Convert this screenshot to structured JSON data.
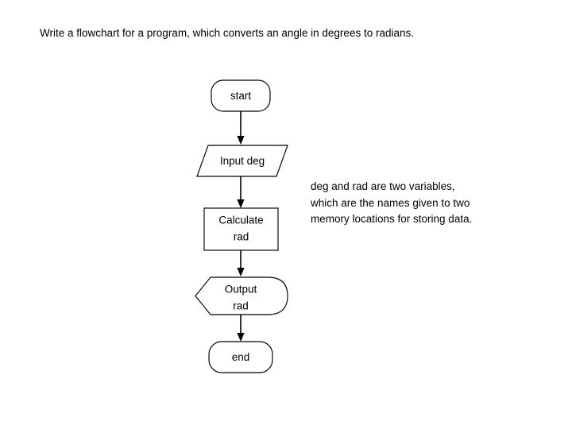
{
  "page": {
    "background_color": "#ffffff",
    "text_color": "#000000",
    "title": "Write a flowchart for a program, which converts an angle in degrees to radians."
  },
  "annotation": {
    "name": "variables-note",
    "lines": [
      "deg and rad are two variables,",
      "which are the names given to two",
      "memory locations for storing data."
    ]
  },
  "flowchart": {
    "orientation": "vertical",
    "stroke_color": "#000000",
    "fill_color": "#ffffff",
    "nodes": [
      {
        "id": "start",
        "label": "start",
        "shape": "terminator-rounded",
        "line2": ""
      },
      {
        "id": "input",
        "label": "Input deg",
        "shape": "parallelogram",
        "line2": ""
      },
      {
        "id": "calculate",
        "label": "Calculate",
        "shape": "rectangle",
        "line2": "rad"
      },
      {
        "id": "output",
        "label": "Output",
        "shape": "display",
        "line2": "rad"
      },
      {
        "id": "end",
        "label": "end",
        "shape": "terminator-rounded",
        "line2": ""
      }
    ],
    "connectors": [
      {
        "from": "start",
        "to": "input",
        "arrow": "down"
      },
      {
        "from": "input",
        "to": "calculate",
        "arrow": "down"
      },
      {
        "from": "calculate",
        "to": "output",
        "arrow": "down"
      },
      {
        "from": "output",
        "to": "end",
        "arrow": "down"
      }
    ]
  }
}
